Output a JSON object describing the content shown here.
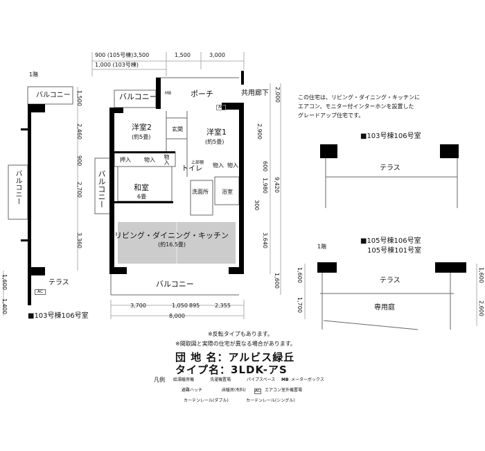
{
  "top_dims": {
    "row1": "900 (105号棟)3,500",
    "row1b": "1,500",
    "row1c": "3,000",
    "row2": "1,000 (103号棟)"
  },
  "left_plan": {
    "floor": "1階",
    "balcony_top": "バルコニー",
    "balcony_side": "バルコニー",
    "terrace": "テラス",
    "ac": "AC",
    "title": "■103号棟106号室",
    "dims": [
      "1,500",
      "2,460",
      "900",
      "2,700",
      "3,360",
      "1,600",
      "1,400"
    ]
  },
  "main_plan": {
    "balcony_nw": "バルコニー",
    "porch": "ポーチ",
    "corridor": "共用廊下",
    "mb": "MB",
    "ac": "AC",
    "western2": "洋室2",
    "western2_size": "(約5畳)",
    "entrance": "玄関",
    "western1": "洋室1",
    "western1_size": "(約5畳)",
    "oshiire": "押入",
    "storage": "物入",
    "toilet": "トイレ",
    "toilet_note": "上部棚",
    "japanese": "和室",
    "japanese_size": "6畳",
    "balcony_west": "バルコニー",
    "washroom": "洗面所",
    "bath": "浴室",
    "ldk": "リビング・ダイニング・キッチン",
    "ldk_size": "(約16.5畳)",
    "balcony_south": "バルコニー",
    "bottom_dims": [
      "3,700",
      "1,050",
      "895",
      "2,355"
    ],
    "total_width": "8,000",
    "right_dims": [
      "2,000",
      "2,900",
      "600",
      "1,980",
      "300",
      "3,640",
      "1,600"
    ],
    "total_depth": "9,420"
  },
  "note": [
    "この住宅は、リビング・ダイニング・キッチンに",
    "エアコン、モニター付インターホンを設置した",
    "グレードアップ住宅です。"
  ],
  "right_plan_a": {
    "title": "■103号棟106号室",
    "terrace": "テラス"
  },
  "right_plan_b": {
    "floor": "1階",
    "title1": "■105号棟106号室",
    "title2": "105号棟101号室",
    "terrace": "テラス",
    "garden": "専用庭",
    "dims": [
      "1,600",
      "1,700",
      "1,600",
      "2,600"
    ]
  },
  "footer": {
    "note1": "※反転タイプもあります。",
    "note2": "※間取図と実際の住宅が異なる場合があります。",
    "complex": "団 地 名：アルビス緑丘",
    "type": "タイプ名：3LDK-アS",
    "legend_title": "凡例",
    "legend": [
      "給湯暖房機",
      "洗濯機置場",
      "パイプスペース",
      "MB",
      "メーターボックス",
      "避難ハッチ",
      "床暖房(有料)",
      "AC",
      "エアコン室外機置場",
      "カーテンレール(ダブル)",
      "カーテンレール(シングル)"
    ]
  }
}
